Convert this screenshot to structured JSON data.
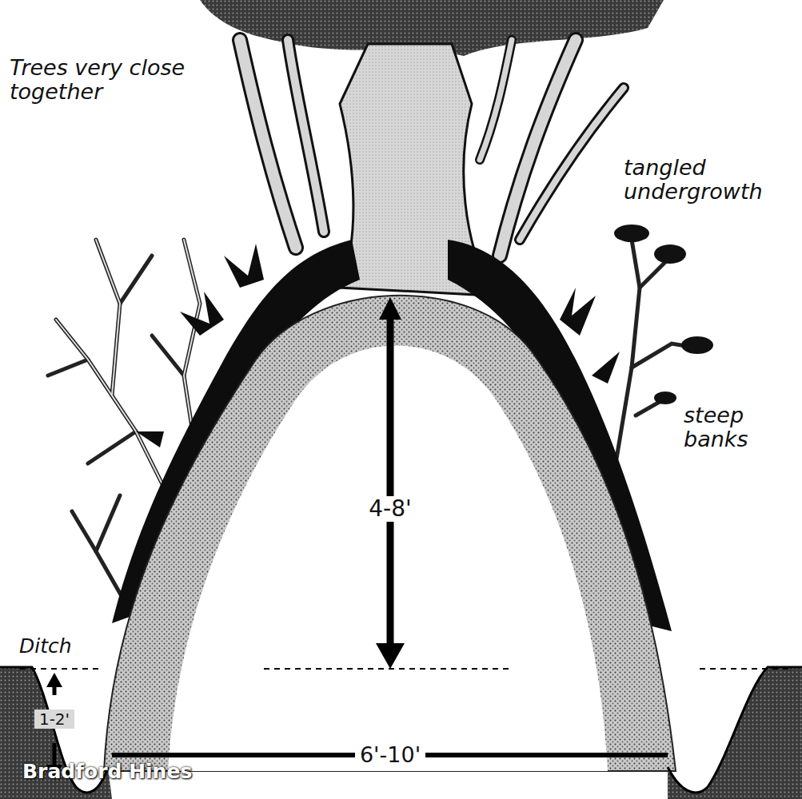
{
  "diagram": {
    "labels": [
      "Trees very close together",
      "tangled undergrowth",
      "steep banks",
      "4-8'",
      "Ditch",
      "1-2'",
      "6'-10'",
      "Bradford Hines"
    ]
  }
}
